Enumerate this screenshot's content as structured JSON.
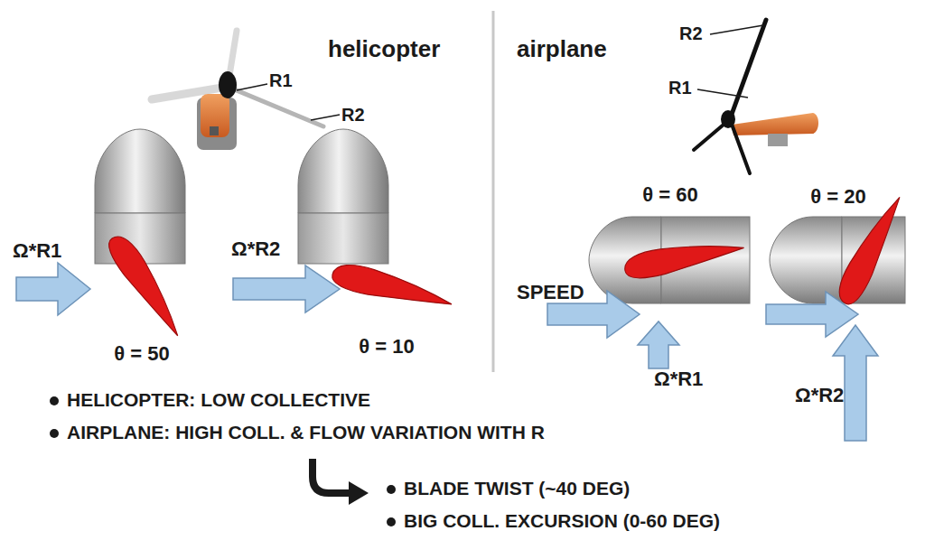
{
  "diagram": {
    "labels": [
      "helicopter",
      "R1",
      "R2",
      "airplane",
      "R2",
      "R1",
      "Ω*R1",
      "θ = 50",
      "Ω*R2",
      "θ = 10",
      "θ = 60",
      "θ = 20",
      "SPEED",
      "Ω*R1",
      "Ω*R2",
      "HELICOPTER: LOW COLLECTIVE",
      "AIRPLANE: HIGH COLL. & FLOW VARIATION WITH R",
      "BLADE TWIST (~40 DEG)",
      "BIG COLL. EXCURSION (0-60 DEG)"
    ]
  }
}
